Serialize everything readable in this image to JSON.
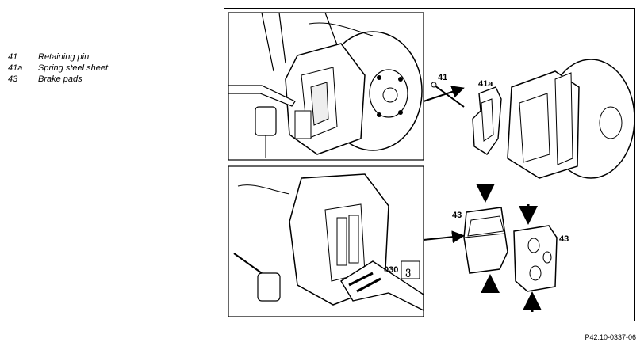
{
  "legend": [
    {
      "number": "41",
      "description": "Retaining pin"
    },
    {
      "number": "41a",
      "description": "Spring steel sheet"
    },
    {
      "number": "43",
      "description": "Brake pads"
    }
  ],
  "callouts": {
    "pin": "41",
    "spring_sheet": "41a",
    "pad_left": "43",
    "pad_right": "43",
    "tool_number": "030",
    "tool_symbol": "ვ"
  },
  "figure_id": "P42.10-0337-06"
}
